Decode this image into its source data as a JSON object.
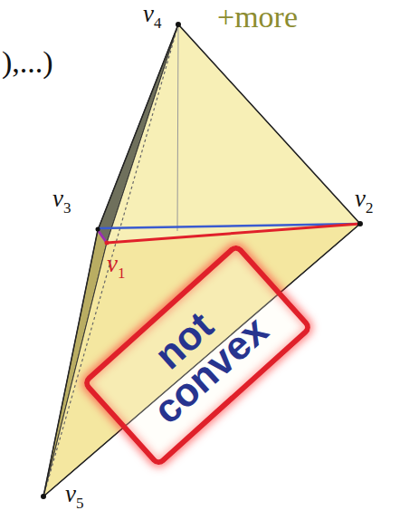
{
  "diagram": {
    "nodes": [
      {
        "text": [
          "not convex"
        ]
      }
    ],
    "labels": [
      "ν4",
      "+more",
      "),...)",
      "ν3",
      "ν2",
      "ν1",
      "ν5"
    ]
  }
}
